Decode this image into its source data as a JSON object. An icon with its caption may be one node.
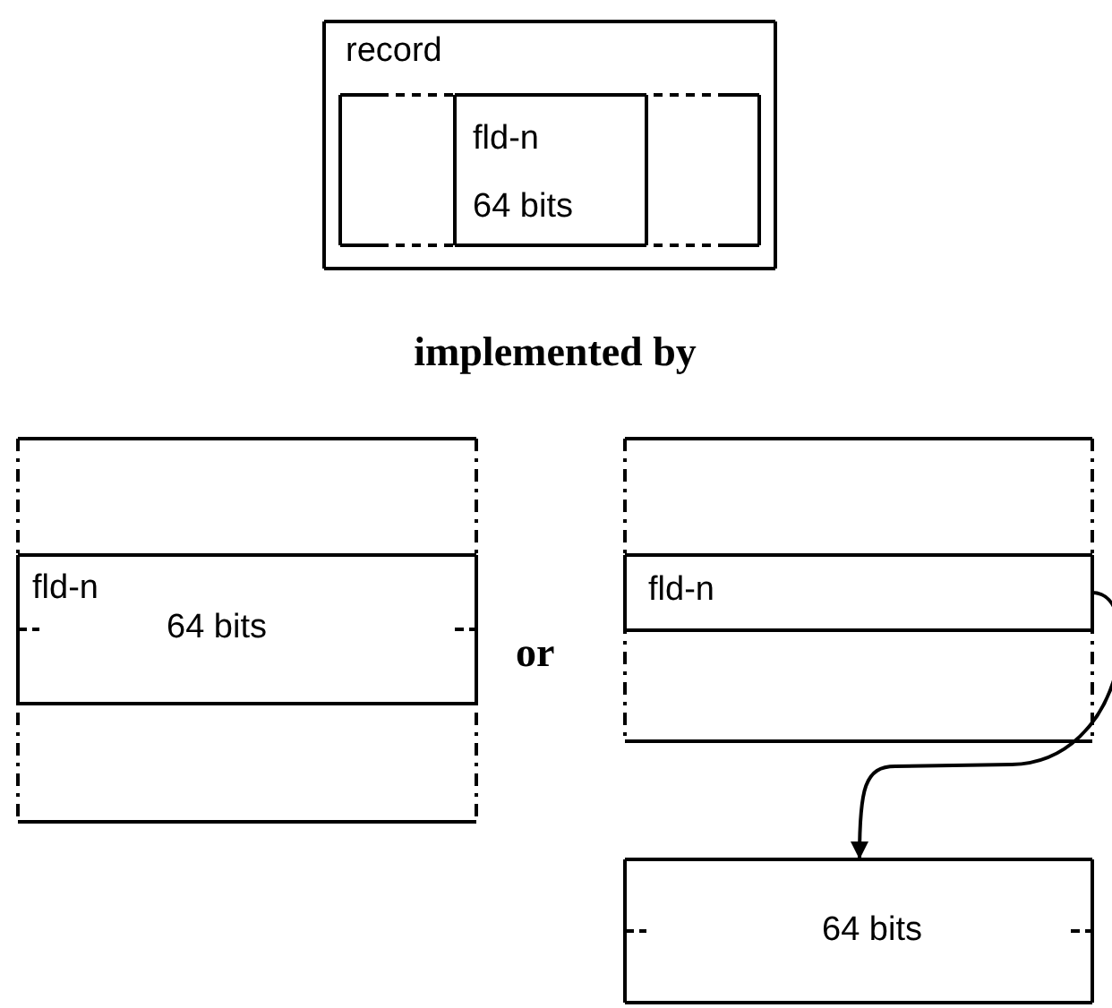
{
  "diagram": {
    "nodes": [
      {
        "text": [
          "record"
        ]
      },
      {
        "text": [],
        "shape": "box",
        "in": 0
      },
      {
        "text": [
          "fld-n",
          "64 bits"
        ],
        "in": 1
      },
      {
        "text": [],
        "shape": "box"
      },
      {
        "text": [
          "fld-n",
          "64 bits"
        ],
        "in": 3
      },
      {
        "text": [],
        "shape": "box"
      },
      {
        "text": [
          "fld-n"
        ],
        "in": 5
      },
      {
        "text": [
          "64 bits"
        ]
      }
    ],
    "edges": [
      {
        "from": 6,
        "to": 7,
        "arrow": "to"
      }
    ],
    "labels": [
      "implemented by",
      "or"
    ]
  }
}
